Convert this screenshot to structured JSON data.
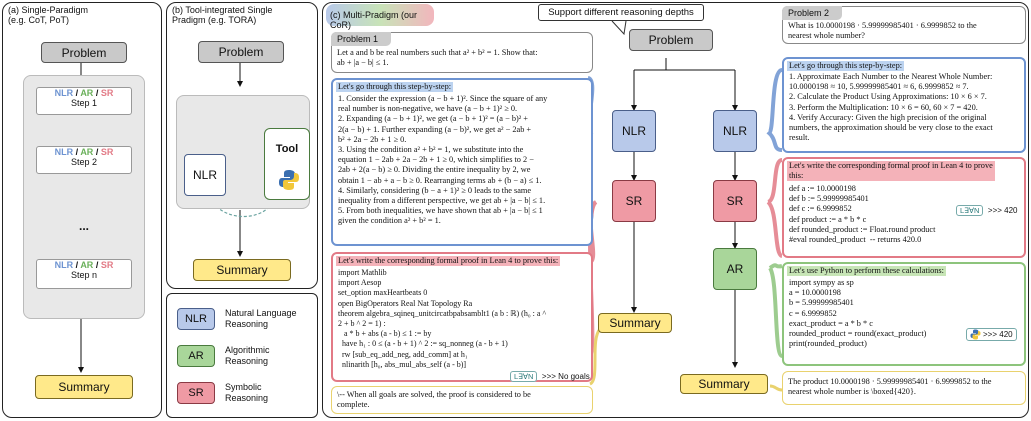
{
  "panel_a": {
    "title": "(a) Single-Paradigm\n(e.g. CoT, PoT)",
    "problem": "Problem",
    "step_tag_nlr": "NLR",
    "step_tag_ar": "AR",
    "step_tag_sr": "SR",
    "sep": "/",
    "step1": "Step 1",
    "step2": "Step 2",
    "ellipsis": "...",
    "stepn": "Step n",
    "summary": "Summary"
  },
  "panel_b": {
    "title": "(b) Tool-integrated Single\nPradigm (e.g. TORA)",
    "problem": "Problem",
    "nlr": "NLR",
    "tool": "Tool",
    "summary": "Summary"
  },
  "legend": [
    {
      "abbr": "NLR",
      "full": "Natural Language\nReasoning",
      "color": "#b8c9ea"
    },
    {
      "abbr": "AR",
      "full": "Algorithmic\nReasoning",
      "color": "#a9d69a"
    },
    {
      "abbr": "SR",
      "full": "Symbolic\nReasoning",
      "color": "#ef9aa4"
    }
  ],
  "panel_c": {
    "title": "(c) Multi-Pradigm (our CoR)",
    "callout": "Support different reasoning depths",
    "problem": "Problem",
    "nlr_left": "NLR",
    "nlr_right": "NLR",
    "sr_left": "SR",
    "sr_right": "SR",
    "ar": "AR",
    "summary_left": "Summary",
    "summary_right": "Summary"
  },
  "problem1": {
    "label": "Problem 1",
    "text": "Let a and b be real numbers such that a² + b² = 1. Show that:\nab + |a − b| ≤ 1.",
    "nlr_head": "Let's go through this step-by-step:",
    "nlr_body": "1. Consider the expression (a − b + 1)². Since the square of any\nreal number is non-negative, we have (a − b + 1)² ≥ 0.\n2. Expanding (a − b + 1)², we get (a − b + 1)² = (a − b)² +\n2(a − b) + 1. Further expanding (a − b)², we get a² − 2ab +\nb² + 2a − 2b + 1 ≥ 0.\n3. Using the condition a² + b² = 1, we substitute into the\nequation 1 − 2ab + 2a − 2b + 1 ≥ 0, which simplifies to 2 −\n2ab + 2(a − b) ≥ 0. Dividing the entire inequality by 2, we\nobtain 1 − ab + a − b ≥ 0. Rearranging terms ab + (b − a) ≤ 1.\n4. Similarly, considering (b − a + 1)² ≥ 0 leads to the same\ninequality from a different perspective, we get ab + |a − b| ≤ 1.\n5. From both inequalities, we have shown that ab + |a − b| ≤ 1\ngiven the condition a² + b² = 1.",
    "sr_head": "Let's write the corresponding formal proof in Lean 4 to prove this:",
    "sr_body": "import Mathlib\nimport Aesop\nset_option maxHeartbeats 0\nopen BigOperators Real Nat Topology Ra\ntheorem algebra_sqineq_unitcircatbpabsamblt1 (a b : ℝ) (h₀ : a ^\n2 + b ^ 2 = 1) :\n   a * b + abs (a - b) ≤ 1 := by\n  have h₁ : 0 ≤ (a - b + 1) ^ 2 := sq_nonneg (a - b + 1)\n  rw [sub_eq_add_neg, add_comm] at h₁\n  nlinarith [h₀, abs_mul_abs_self (a - b)]",
    "lean_badge": ">>> No goals",
    "summary": "\\-- When all goals are solved, the proof is considered to be\ncomplete."
  },
  "problem2": {
    "label": "Problem 2",
    "text": "What is 10.0000198 · 5.99999985401 · 6.9999852 to the\nnearest whole number?",
    "nlr_head": "Let's go through this step-by-step:",
    "nlr_body": "1. Approximate Each Number to the Nearest Whole Number:\n10.0000198 ≈ 10, 5.99999985401 ≈ 6, 6.9999852 ≈ 7.\n2. Calculate the Product Using Approximations: 10 × 6 × 7.\n3. Perform the Multiplication: 10 × 6 = 60, 60 × 7 = 420.\n4. Verify Accuracy: Given the high precision of the original\nnumbers, the approximation should be very close to the exact\nresult.",
    "sr_head": "Let's write the corresponding formal proof in Lean 4 to prove\nthis:",
    "sr_body": "def a := 10.0000198\ndef b := 5.99999985401\ndef c := 6.9999852\ndef product := a * b * c\ndef rounded_product := Float.round product\n#eval rounded_product  -- returns 420.0",
    "lean_badge": ">>> 420",
    "ar_head": "Let's use Python to perform these calculations:",
    "ar_body": "import sympy as sp\na = 10.0000198\nb = 5.99999985401\nc = 6.9999852\nexact_product = a * b * c\nrounded_product = round(exact_product)\nprint(rounded_product)",
    "py_badge": ">>> 420",
    "summary": "The product 10.0000198 · 5.99999985401 · 6.9999852 to the\nnearest whole number is \\boxed{420}."
  }
}
